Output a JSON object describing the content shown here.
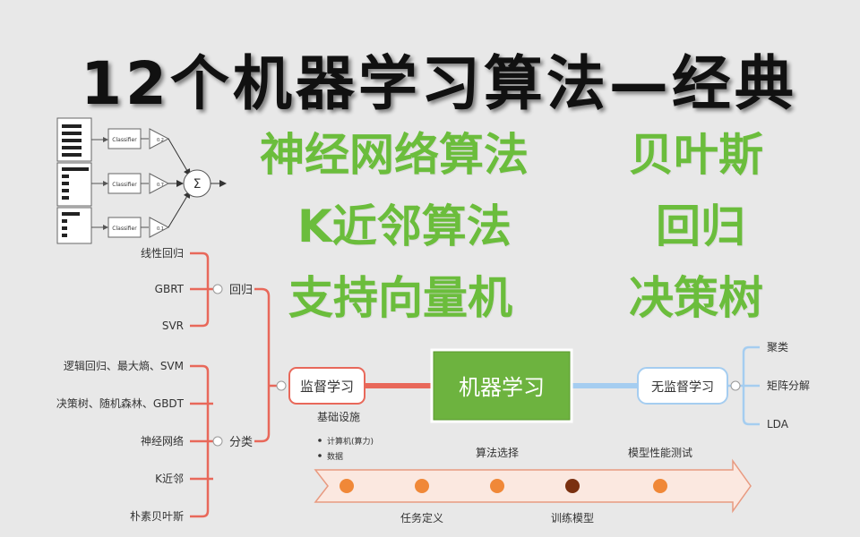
{
  "title": "12个机器学习算法—经典",
  "algorithms": {
    "col1": [
      "神经网络算法",
      "K近邻算法",
      "支持向量机"
    ],
    "col2": [
      "贝叶斯",
      "回归",
      "决策树"
    ]
  },
  "ensemble": {
    "classifier_label": "Classifier",
    "weights": [
      "0.2",
      "0.7",
      "0.1"
    ],
    "sum_symbol": "Σ"
  },
  "mindmap": {
    "center": "机器学习",
    "supervised": "监督学习",
    "unsupervised": "无监督学习",
    "regression": {
      "label": "回归",
      "items": [
        "线性回归",
        "GBRT",
        "SVR"
      ]
    },
    "classification": {
      "label": "分类",
      "items": [
        "逻辑回归、最大熵、SVM",
        "决策树、随机森林、GBDT",
        "神经网络",
        "K近邻",
        "朴素贝叶斯"
      ]
    },
    "unsupervised_items": [
      "聚类",
      "矩阵分解",
      "LDA"
    ]
  },
  "pipeline": {
    "infrastructure_label": "基础设施",
    "infrastructure_items": [
      "计算机(算力)",
      "数据"
    ],
    "top_labels": [
      "算法选择",
      "模型性能测试"
    ],
    "bottom_labels": [
      "任务定义",
      "训练模型"
    ]
  },
  "colors": {
    "green_text": "#6bbd3c",
    "center_fill": "#6db33f",
    "red_branch": "#e8685a",
    "blue_branch": "#a5cdf0",
    "dot_orange": "#f08838",
    "dot_dark": "#7a3010",
    "arrow_fill": "#fbe8e0"
  }
}
